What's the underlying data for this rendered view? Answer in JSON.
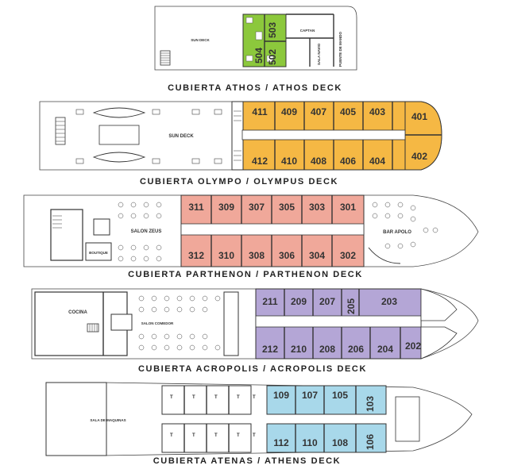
{
  "decks": [
    {
      "id": "athos",
      "title": "CUBIERTA ATHOS / ATHOS DECK",
      "labels": {
        "sun_deck": "SUN DECK",
        "captain": "CAPTAN",
        "chart_room": "SALA NAVIO",
        "bridge": "PUENTE DE MANDO"
      },
      "cabins": [
        "503",
        "504",
        "502"
      ],
      "cabin_color": "#8cc83c"
    },
    {
      "id": "olympus",
      "title": "CUBIERTA OLYMPO / OLYMPUS DECK",
      "labels": {
        "sun_deck": "SUN DECK"
      },
      "cabins_top": [
        "411",
        "409",
        "407",
        "405",
        "403"
      ],
      "cabins_bottom": [
        "412",
        "410",
        "408",
        "406",
        "404"
      ],
      "suites": [
        "401",
        "402"
      ],
      "cabin_color": "#f5b844"
    },
    {
      "id": "parthenon",
      "title": "CUBIERTA PARTHENON / PARTHENON DECK",
      "labels": {
        "salon": "SALON ZEUS",
        "boutique": "BOUTIQUE",
        "bar": "BAR APOLO"
      },
      "cabins_top": [
        "311",
        "309",
        "307",
        "305",
        "303",
        "301"
      ],
      "cabins_bottom": [
        "312",
        "310",
        "308",
        "306",
        "304",
        "302"
      ],
      "cabin_color": "#f0a89a"
    },
    {
      "id": "acropolis",
      "title": "CUBIERTA ACROPOLIS / ACROPOLIS DECK",
      "labels": {
        "kitchen": "COCINA",
        "dining": "SALON COMEDOR"
      },
      "cabins_top": [
        "211",
        "209",
        "207",
        "205",
        "203"
      ],
      "cabins_bottom": [
        "212",
        "210",
        "208",
        "206",
        "204",
        "202"
      ],
      "cabin_color": "#b4a6d6"
    },
    {
      "id": "athens",
      "title": "CUBIERTA ATENAS / ATHENS DECK",
      "labels": {
        "engine_room": "SALA DE MAQUINAS",
        "crew_mark": "T"
      },
      "cabins_top": [
        "109",
        "107",
        "105",
        "103"
      ],
      "cabins_bottom": [
        "112",
        "110",
        "108",
        "106"
      ],
      "cabin_color": "#a8d8ea"
    }
  ]
}
